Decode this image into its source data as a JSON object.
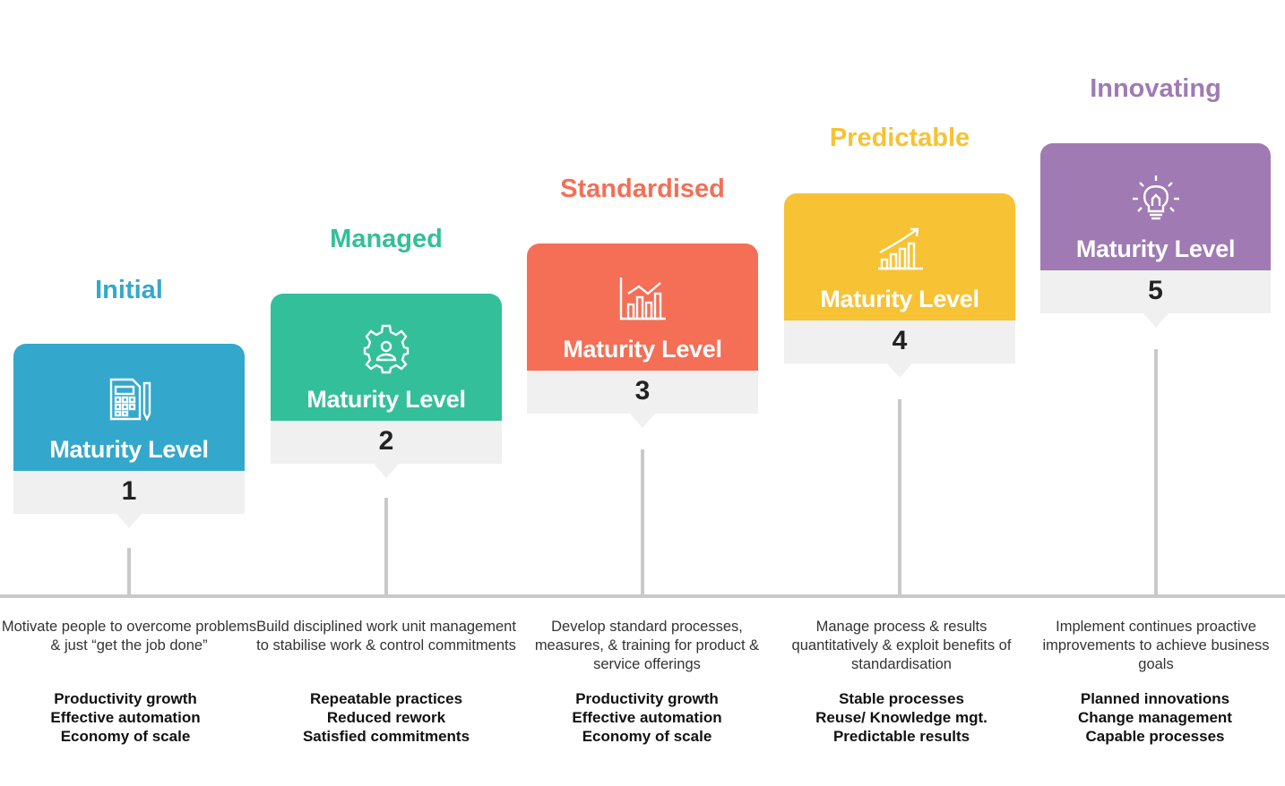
{
  "card_label": "Maturity Level",
  "levels": [
    {
      "name": "Initial",
      "number": "1",
      "color": "#33a8cc",
      "title_color": "#33a8cc",
      "icon": "calculator-document-icon",
      "description": "Motivate  people to overcome problems & just “get the job done”",
      "benefits": [
        "Productivity  growth",
        "Effective automation",
        "Economy  of scale"
      ]
    },
    {
      "name": "Managed",
      "number": "2",
      "color": "#33bf99",
      "title_color": "#33bf99",
      "icon": "gear-person-icon",
      "description": "Build disciplined work unit management to stabilise work & control commitments",
      "benefits": [
        "Repeatable practices",
        "Reduced rework",
        "Satisfied commitments"
      ]
    },
    {
      "name": "Standardised",
      "number": "3",
      "color": "#f46f56",
      "title_color": "#f46f56",
      "icon": "bar-chart-icon",
      "description": "Develop standard processes, measures, & training for product & service offerings",
      "benefits": [
        "Productivity  growth",
        "Effective automation",
        "Economy  of scale"
      ]
    },
    {
      "name": "Predictable",
      "number": "4",
      "color": "#f7c234",
      "title_color": "#f7c234",
      "icon": "growth-chart-icon",
      "description": "Manage process & results quantitatively &  exploit benefits of standardisation",
      "benefits": [
        "Stable processes",
        "Reuse/ Knowledge mgt.",
        "Predictable results"
      ]
    },
    {
      "name": "Innovating",
      "number": "5",
      "color": "#a07ab3",
      "title_color": "#a07ab3",
      "icon": "lightbulb-icon",
      "description": "Implement continues proactive improvements to achieve business goals",
      "benefits": [
        "Planned innovations",
        "Change management",
        "Capable processes"
      ]
    }
  ]
}
